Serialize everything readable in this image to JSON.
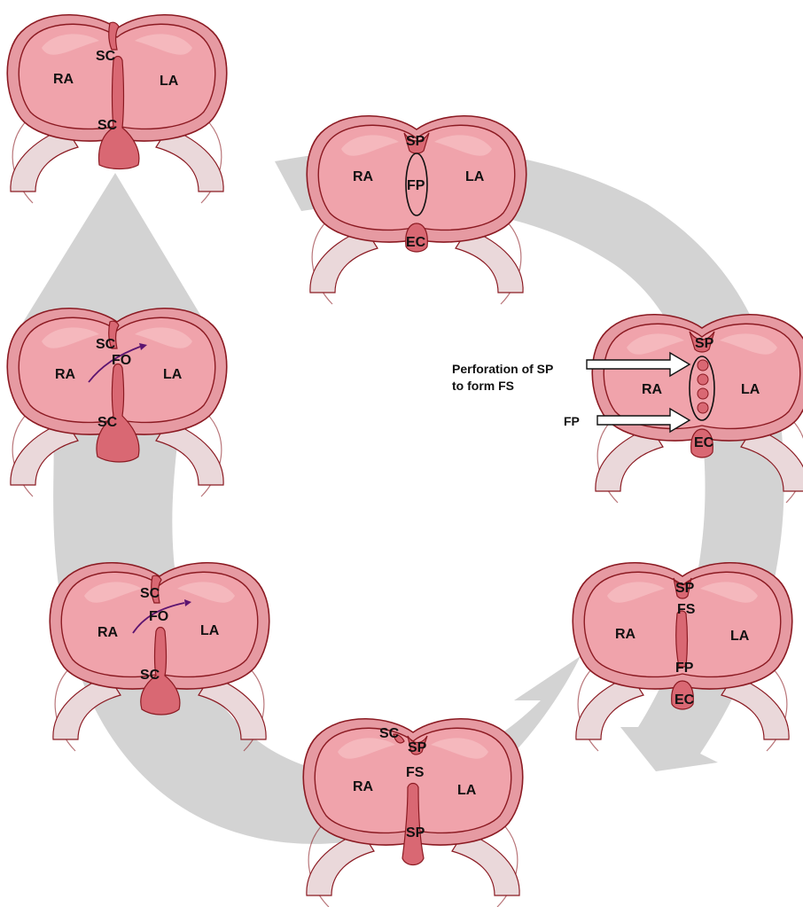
{
  "colors": {
    "heart_outer": "#e69aa2",
    "heart_inner": "#f0a3ab",
    "heart_edge": "#8b1a22",
    "septum_fill": "#d96873",
    "flow_arrow": "#d3d3d3",
    "fo_arrow": "#5c1470"
  },
  "hearts": [
    {
      "id": "stage-1",
      "labels": {
        "left": "RA",
        "right": "LA",
        "top": "SP",
        "middle": "FP",
        "bottom": "EC"
      }
    },
    {
      "id": "stage-2",
      "labels": {
        "left": "RA",
        "right": "LA",
        "top": "SP",
        "bottom": "EC"
      }
    },
    {
      "id": "stage-3",
      "labels": {
        "left": "RA",
        "right": "LA",
        "top": "SP",
        "upper": "FS",
        "lower": "FP",
        "bottom": "EC"
      }
    },
    {
      "id": "stage-4",
      "labels": {
        "left": "RA",
        "right": "LA",
        "cap": "SC",
        "top": "SP",
        "upper": "FS",
        "bottom": "SP"
      }
    },
    {
      "id": "stage-5",
      "labels": {
        "left": "RA",
        "right": "LA",
        "top": "SC",
        "middle": "FO",
        "bottom": "SC"
      }
    },
    {
      "id": "stage-6",
      "labels": {
        "left": "RA",
        "right": "LA",
        "top": "SC",
        "middle": "FO",
        "bottom": "SC"
      }
    },
    {
      "id": "stage-7",
      "labels": {
        "left": "RA",
        "right": "LA",
        "top": "SC",
        "bottom": "SC"
      }
    }
  ],
  "annotations": {
    "perforation_line1": "Perforation of SP",
    "perforation_line2": "to form FS",
    "fp": "FP"
  }
}
